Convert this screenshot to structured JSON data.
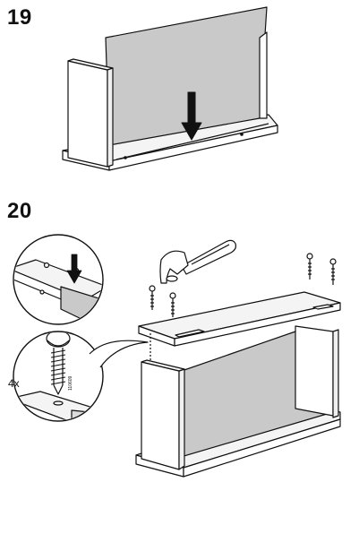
{
  "steps": [
    {
      "number": "19"
    },
    {
      "number": "20"
    }
  ],
  "detail": {
    "quantity": "4x",
    "part_code": "110609"
  },
  "colors": {
    "panel_gray": "#c9c9c9",
    "line": "#111111",
    "wood_light": "#f4f4f4"
  }
}
